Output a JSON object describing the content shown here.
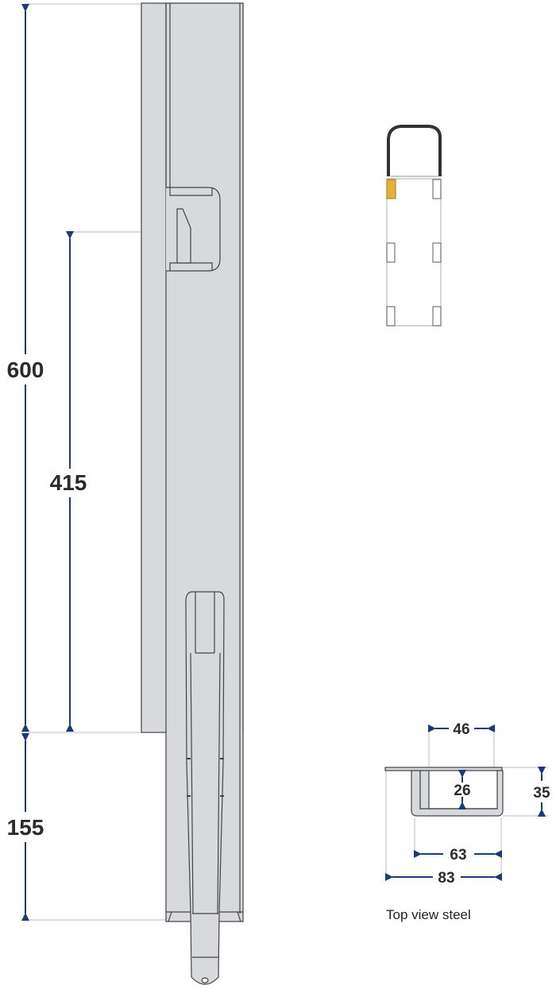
{
  "colors": {
    "dimension": "#1d3a78",
    "extension_line": "#b9b9d9",
    "part_fill": "#d8d9dc",
    "part_stroke": "#444444",
    "highlight": "#e3b23c"
  },
  "side_view": {
    "dimensions": {
      "total_height": "600",
      "upper_height": "415",
      "lower_height": "155"
    }
  },
  "top_view_icon": {
    "highlighted_position": "front-left"
  },
  "cross_section": {
    "dimensions": {
      "inner_width": "46",
      "inner_depth": "26",
      "total_depth": "35",
      "channel_width": "63",
      "total_width": "83"
    },
    "caption": "Top view steel"
  }
}
